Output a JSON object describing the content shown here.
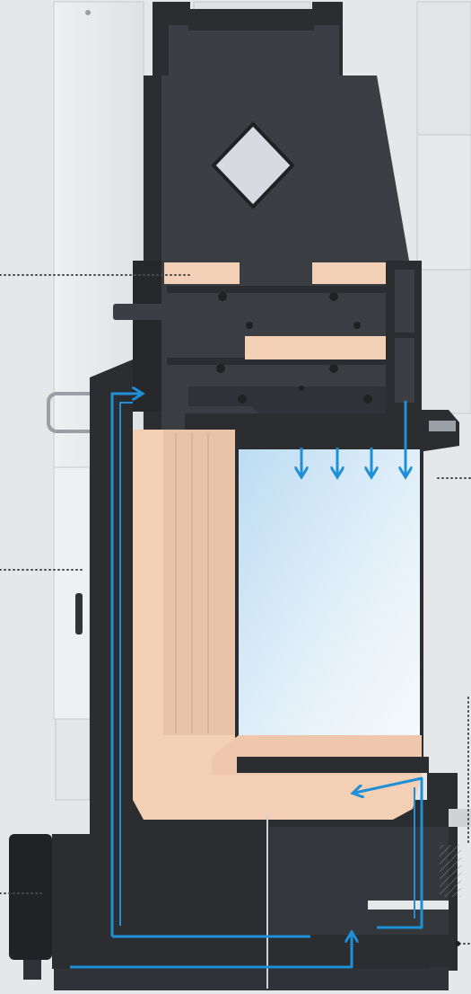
{
  "diagram": {
    "kind": "fireplace-cross-section",
    "colors": {
      "background": "#e6e7e9",
      "outer_panel": "#f1f2f3",
      "steel_dark": "#2b2d30",
      "steel_mid": "#3b3e42",
      "steel_light": "#55585d",
      "insulation": "#f3cfb6",
      "insulation_shade": "#d8b49b",
      "glass_top": "#cfe6f6",
      "glass_bottom": "#f4f8fb",
      "airflow": "#1f8fd6",
      "leader_dots": "#4a4a4a",
      "hatch": "#8a8c90"
    },
    "airflow_paths": [
      {
        "id": "primary-loop",
        "description_visible": false
      },
      {
        "id": "glass-curtain",
        "description_visible": false
      },
      {
        "id": "hearth-return",
        "description_visible": false
      }
    ],
    "callout_leaders": 6
  }
}
